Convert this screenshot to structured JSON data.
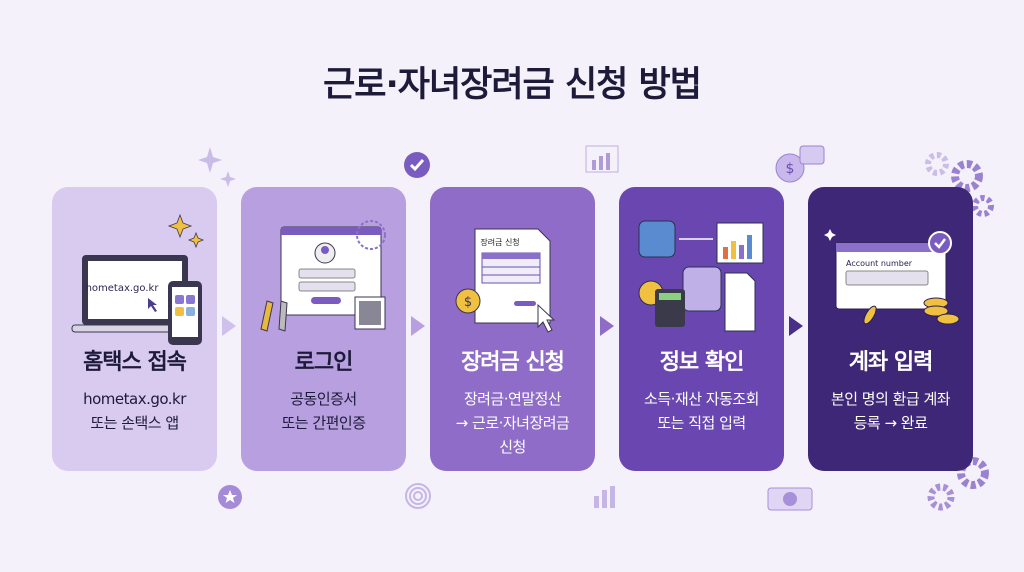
{
  "title": "근로·자녀장려금 신청 방법",
  "colors": {
    "card1": "#d9caef",
    "card2": "#b8a0e0",
    "card3": "#8e6cc8",
    "card4": "#6a47b0",
    "card5": "#3e2776",
    "background": "#f4f1fb",
    "title": "#1e1b3a"
  },
  "steps": [
    {
      "title": "홈택스 접속",
      "lines": [
        "hometax.go.kr",
        "또는 손택스 앱"
      ],
      "illustration_text": "hometax.go.kr",
      "icon": "laptop-phone-icon"
    },
    {
      "title": "로그인",
      "lines": [
        "공동인증서",
        "또는 간편인증"
      ],
      "illustration_text": "",
      "icon": "login-window-icon"
    },
    {
      "title": "장려금 신청",
      "lines": [
        "장려금·연말정산",
        "→ 근로·자녀장려금",
        "신청"
      ],
      "illustration_text": "장려금 신청",
      "icon": "application-form-icon"
    },
    {
      "title": "정보 확인",
      "lines": [
        "소득·재산 자동조회",
        "또는 직접 입력"
      ],
      "illustration_text": "",
      "icon": "database-icon"
    },
    {
      "title": "계좌 입력",
      "lines": [
        "본인 명의 환급 계좌",
        "등록 → 완료"
      ],
      "illustration_text": "Account number",
      "icon": "account-form-icon"
    }
  ]
}
